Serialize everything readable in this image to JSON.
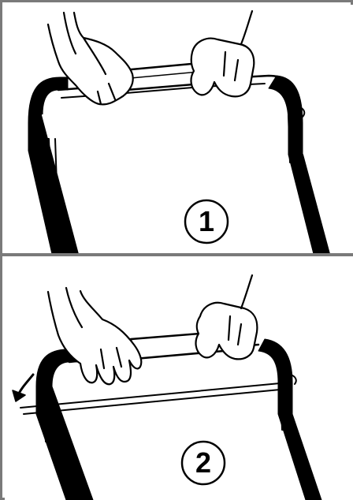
{
  "steps": [
    {
      "number": "1",
      "action": "grip-handle"
    },
    {
      "number": "2",
      "action": "fold-handle"
    }
  ],
  "colors": {
    "line": "#000000",
    "background": "#ffffff",
    "frame": "#7a7a7a"
  },
  "icons": [
    "hand-icon",
    "fold-arrow-icon",
    "handle-bar-icon",
    "clamp-icon"
  ]
}
